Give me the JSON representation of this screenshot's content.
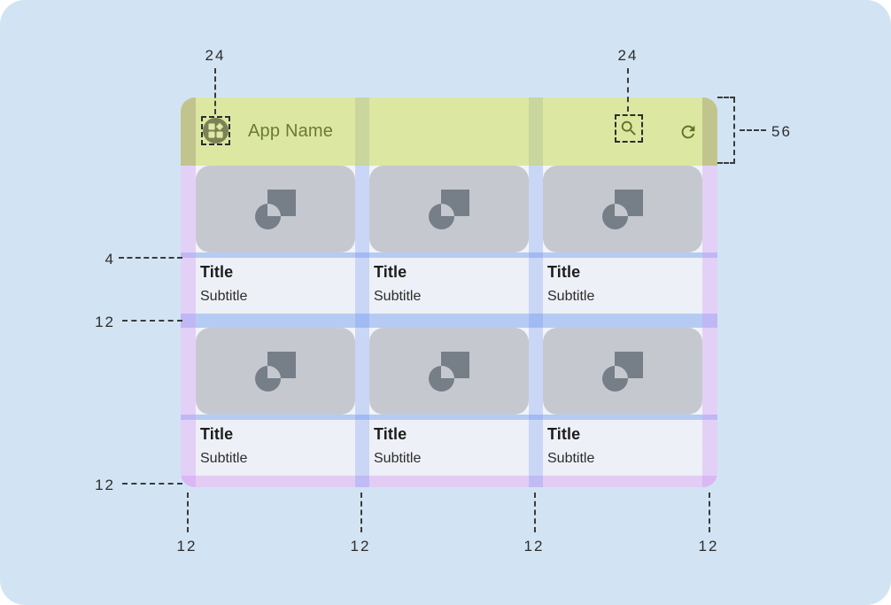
{
  "app_bar": {
    "title": "App Name"
  },
  "cards": [
    {
      "title": "Title",
      "subtitle": "Subtitle"
    },
    {
      "title": "Title",
      "subtitle": "Subtitle"
    },
    {
      "title": "Title",
      "subtitle": "Subtitle"
    },
    {
      "title": "Title",
      "subtitle": "Subtitle"
    },
    {
      "title": "Title",
      "subtitle": "Subtitle"
    },
    {
      "title": "Title",
      "subtitle": "Subtitle"
    }
  ],
  "annotations": {
    "leading_icon_size": "24",
    "trailing_icon_size": "24",
    "app_bar_height": "56",
    "image_text_spacing": "4",
    "row_spacing": "12",
    "bottom_margin": "12",
    "column_measurements": [
      "12",
      "12",
      "12",
      "12"
    ]
  },
  "icons": {
    "leading": "app-grid-icon",
    "trailing_1": "search-icon",
    "trailing_2": "refresh-icon",
    "card_placeholder": "image-placeholder-icon"
  },
  "colors": {
    "stage_background": "#d2e4f3",
    "app_bar": "#dce7a2",
    "olive_text": "#6a7c31",
    "icon_olive": "#5c7226",
    "margin_overlay": "#e2cff6",
    "gutter_overlay": "#c9d5f5",
    "spacing_band": "#b6cbf3",
    "bottom_margin_band": "#e3ccf4",
    "image_placeholder_bg": "#c5c9cf",
    "image_placeholder_glyph": "#767e88",
    "title_block_bg": "#edf0f6"
  }
}
